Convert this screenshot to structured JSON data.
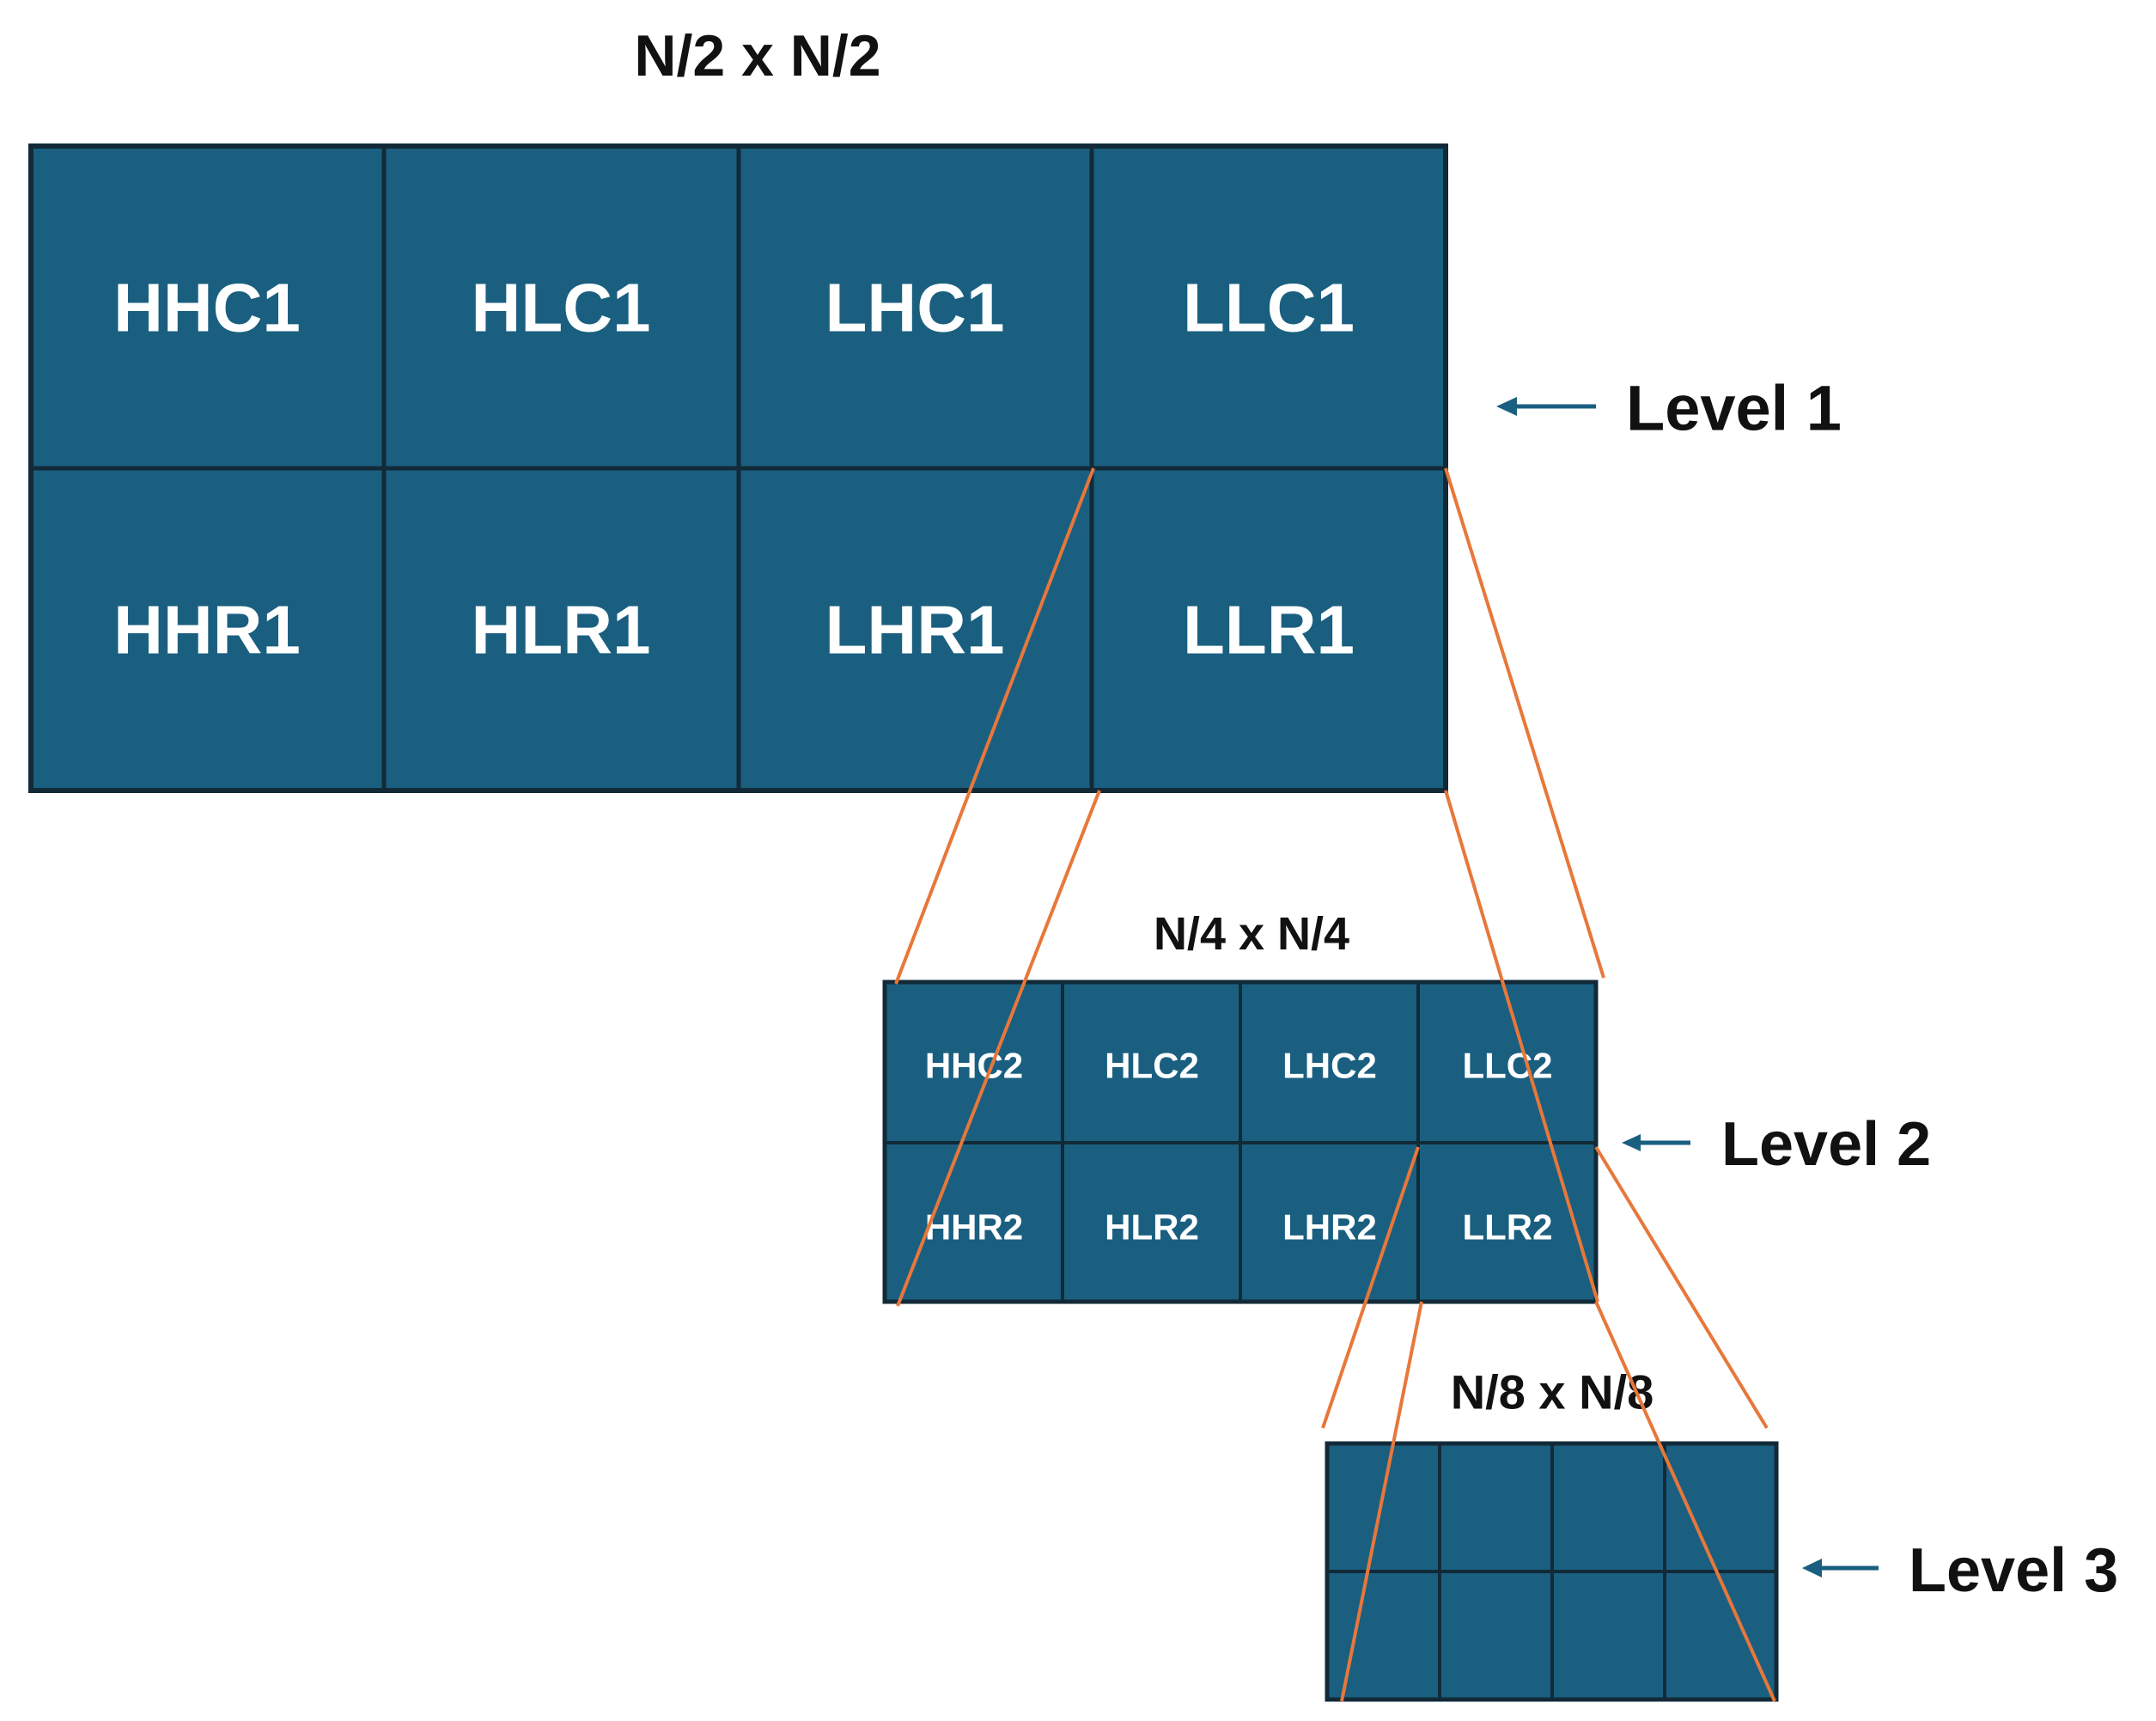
{
  "colors": {
    "block_fill": "#1a5f80",
    "block_border": "#122a38",
    "connector": "#e8773a",
    "arrow": "#1a5f80"
  },
  "level1": {
    "dimension": "N/2 x N/2",
    "label": "Level 1",
    "top_row": [
      "HHC1",
      "HLC1",
      "LHC1",
      "LLC1"
    ],
    "bottom_row": [
      "HHR1",
      "HLR1",
      "LHR1",
      "LLR1"
    ]
  },
  "level2": {
    "dimension": "N/4 x N/4",
    "label": "Level 2",
    "top_row": [
      "HHC2",
      "HLC2",
      "LHC2",
      "LLC2"
    ],
    "bottom_row": [
      "HHR2",
      "HLR2",
      "LHR2",
      "LLR2"
    ]
  },
  "level3": {
    "dimension": "N/8 x N/8",
    "label": "Level 3",
    "top_row": [
      "",
      "",
      "",
      ""
    ],
    "bottom_row": [
      "",
      "",
      "",
      ""
    ]
  }
}
